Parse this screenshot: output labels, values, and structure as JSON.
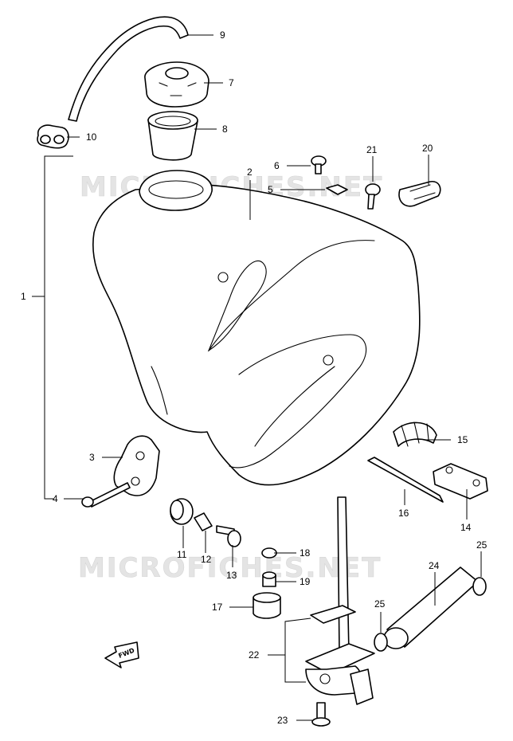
{
  "watermark": "MICROFICHES.NET",
  "forward_marker": "FWD",
  "callouts": [
    {
      "id": "1"
    },
    {
      "id": "2"
    },
    {
      "id": "3"
    },
    {
      "id": "4"
    },
    {
      "id": "5"
    },
    {
      "id": "6"
    },
    {
      "id": "7"
    },
    {
      "id": "8"
    },
    {
      "id": "9"
    },
    {
      "id": "10"
    },
    {
      "id": "11"
    },
    {
      "id": "12"
    },
    {
      "id": "13"
    },
    {
      "id": "14"
    },
    {
      "id": "15"
    },
    {
      "id": "16"
    },
    {
      "id": "17"
    },
    {
      "id": "18"
    },
    {
      "id": "19"
    },
    {
      "id": "20"
    },
    {
      "id": "21"
    },
    {
      "id": "22"
    },
    {
      "id": "23"
    },
    {
      "id": "24"
    },
    {
      "id": "25"
    },
    {
      "id": "25"
    }
  ]
}
